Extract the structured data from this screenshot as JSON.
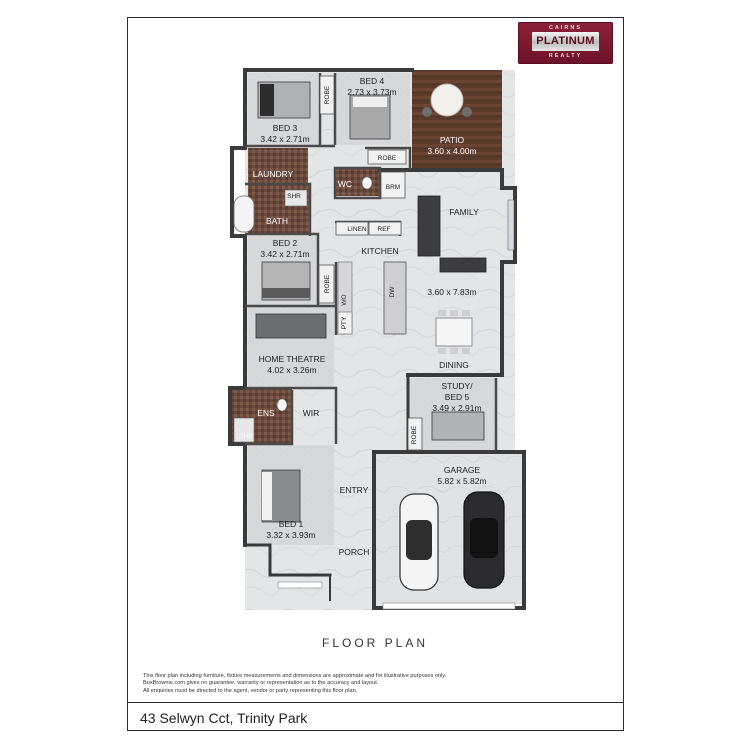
{
  "logo": {
    "top_text": "CAIRNS",
    "brand": "PLATINUM",
    "bottom_text": "REALTY"
  },
  "rooms": {
    "bed4": {
      "name": "BED 4",
      "size": "2.73 x 3.73m"
    },
    "bed3": {
      "name": "BED 3",
      "size": "3.42 x 2.71m"
    },
    "patio": {
      "name": "PATIO",
      "size": "3.60 x 4.00m"
    },
    "laundry": {
      "name": "LAUNDRY"
    },
    "shr_bath": {
      "name": "SHR"
    },
    "bath": {
      "name": "BATH"
    },
    "wc": {
      "name": "WC"
    },
    "brm": {
      "name": "BRM"
    },
    "robe_bed4": {
      "name": "ROBE"
    },
    "robe_bed3": {
      "name": "ROBE"
    },
    "family": {
      "name": "FAMILY"
    },
    "linen": {
      "name": "LINEN"
    },
    "ref": {
      "name": "REF"
    },
    "kitchen": {
      "name": "KITCHEN"
    },
    "bed2": {
      "name": "BED 2",
      "size": "3.42 x 2.71m"
    },
    "robe_bed2": {
      "name": "ROBE"
    },
    "wo": {
      "name": "WO"
    },
    "dw": {
      "name": "DW"
    },
    "pty": {
      "name": "PTY"
    },
    "family_size": {
      "size": "3.60 x 7.83m"
    },
    "home_theatre": {
      "name": "HOME THEATRE",
      "size": "4.02 x 3.26m"
    },
    "dining": {
      "name": "DINING"
    },
    "study": {
      "name_line1": "STUDY/",
      "name_line2": "BED 5",
      "size": "3.49 x 2.91m"
    },
    "ens": {
      "name": "ENS"
    },
    "wir": {
      "name": "WIR"
    },
    "shr_ens": {
      "name": "SHR"
    },
    "robe_study": {
      "name": "ROBE"
    },
    "garage": {
      "name": "GARAGE",
      "size": "5.82 x 5.82m"
    },
    "entry": {
      "name": "ENTRY"
    },
    "bed1": {
      "name": "BED 1",
      "size": "3.32 x 3.93m"
    },
    "porch": {
      "name": "PORCH"
    }
  },
  "title": "FLOOR PLAN",
  "disclaimer": [
    "This floor plan including furniture, fixture measurements and dimensions are approximate and for illustrative purposes only.",
    "BoxBrownie.com gives no guarantee, warranty or representation as to the accuracy and layout.",
    "All enquiries must be directed to the agent, vendor or party representing this floor plan."
  ],
  "address": "43 Selwyn Cct, Trinity Park"
}
